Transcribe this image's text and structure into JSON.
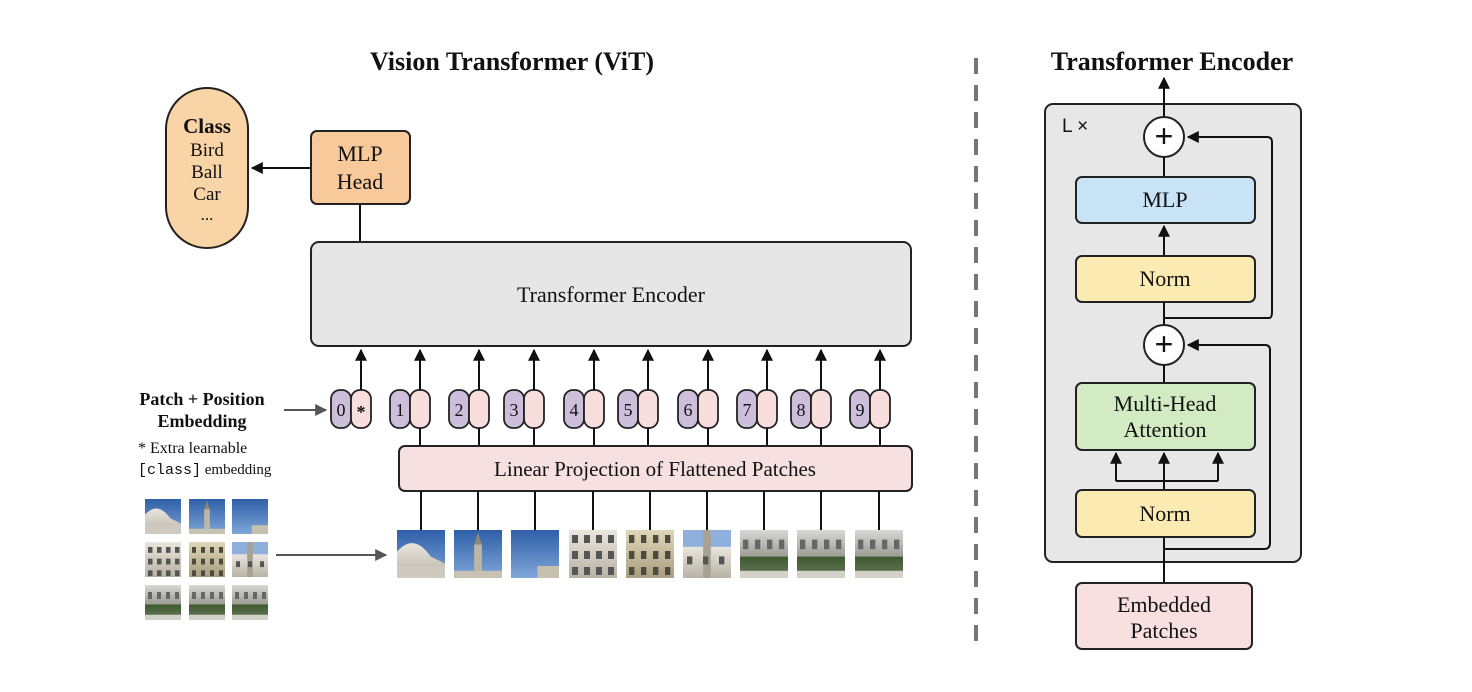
{
  "vit": {
    "title": "Vision Transformer (ViT)",
    "class_box": {
      "heading": "Class",
      "items": [
        "Bird",
        "Ball",
        "Car",
        "..."
      ]
    },
    "mlp_head": [
      "MLP",
      "Head"
    ],
    "encoder_label": "Transformer Encoder",
    "embedding_label": [
      "Patch + Position",
      "Embedding"
    ],
    "footnote": {
      "prefix": "* Extra learnable",
      "code": "[class]",
      "suffix": " embedding"
    },
    "tokens": [
      "0",
      "1",
      "2",
      "3",
      "4",
      "5",
      "6",
      "7",
      "8",
      "9"
    ],
    "class_token_mark": "*",
    "projection_label": "Linear Projection of Flattened Patches"
  },
  "encoder_detail": {
    "title": "Transformer Encoder",
    "repeat_label": "L ×",
    "plus": "+",
    "mlp_label": "MLP",
    "norm_label": "Norm",
    "attention_label": [
      "Multi-Head",
      "Attention"
    ],
    "input_label": [
      "Embedded",
      "Patches"
    ]
  },
  "colors": {
    "class_fill": "#f8d4a6",
    "mlp_head_fill": "#f8c99a",
    "encoder_fill": "#e6e6e6",
    "position_fill": "#cdbfdb",
    "patch_emb_fill": "#f9dede",
    "projection_fill": "#f7e0e0",
    "mlp_fill": "#c9e3f6",
    "norm_fill": "#fbeab2",
    "attention_fill": "#d2ebc3",
    "input_fill": "#f8e0e0",
    "block_fill": "#e7e7e7"
  }
}
